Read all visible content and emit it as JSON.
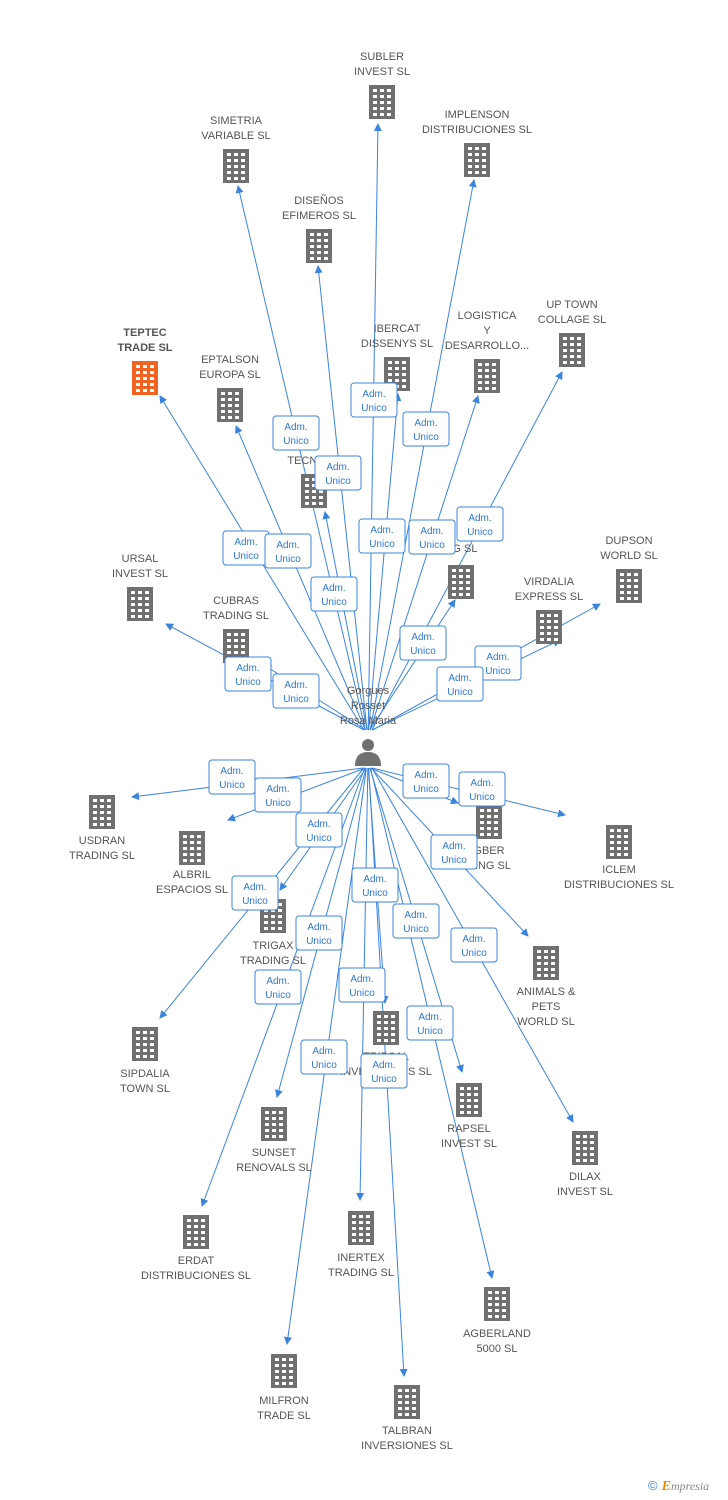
{
  "colors": {
    "edge": "#3a84dd",
    "building": "#707070",
    "highlight": "#f26322",
    "label": "#555555"
  },
  "relation_label": [
    "Adm.",
    "Unico"
  ],
  "footer": {
    "copyright": "©",
    "brand_first": "E",
    "brand_rest": "mpresia"
  },
  "person": {
    "name_lines": [
      "Gorgues",
      "Rosset",
      "Rosa Maria"
    ],
    "icon": "person-icon"
  },
  "companies": [
    {
      "id": "subler",
      "lines": [
        "SUBLER",
        "INVEST SL"
      ]
    },
    {
      "id": "implenson",
      "lines": [
        "IMPLENSON",
        "DISTRIBUCIONES SL"
      ]
    },
    {
      "id": "simetria",
      "lines": [
        "SIMETRIA",
        "VARIABLE SL"
      ]
    },
    {
      "id": "disenos",
      "lines": [
        "DISEÑOS",
        "EFIMEROS SL"
      ]
    },
    {
      "id": "teptec",
      "lines": [
        "TEPTEC",
        "TRADE SL"
      ],
      "highlight": true
    },
    {
      "id": "eptalson",
      "lines": [
        "EPTALSON",
        "EUROPA SL"
      ]
    },
    {
      "id": "ibercat",
      "lines": [
        "IBERCAT",
        "DISSENYS SL"
      ]
    },
    {
      "id": "logistica",
      "lines": [
        "LOGISTICA",
        "Y",
        "DESARROLLO..."
      ]
    },
    {
      "id": "uptown",
      "lines": [
        "UP TOWN",
        "COLLAGE SL"
      ]
    },
    {
      "id": "tecnolo",
      "lines": [
        "E",
        "TECNOLO"
      ]
    },
    {
      "id": "ngsl",
      "lines": [
        "NG SL"
      ]
    },
    {
      "id": "dupson",
      "lines": [
        "DUPSON",
        "WORLD SL"
      ]
    },
    {
      "id": "ursal",
      "lines": [
        "URSAL",
        "INVEST SL"
      ]
    },
    {
      "id": "cubras",
      "lines": [
        "CUBRAS",
        "TRADING SL"
      ]
    },
    {
      "id": "virdalia",
      "lines": [
        "VIRDALIA",
        "EXPRESS SL"
      ]
    },
    {
      "id": "usdran",
      "lines": [
        "USDRAN",
        "TRADING SL"
      ]
    },
    {
      "id": "albril",
      "lines": [
        "ALBRIL",
        "ESPACIOS SL"
      ]
    },
    {
      "id": "agber",
      "lines": [
        "GBER",
        "DING SL"
      ]
    },
    {
      "id": "iclem",
      "lines": [
        "ICLEM",
        "DISTRIBUCIONES SL"
      ]
    },
    {
      "id": "trigax",
      "lines": [
        "TRIGAX",
        "TRADING SL"
      ]
    },
    {
      "id": "animals",
      "lines": [
        "ANIMALS &",
        "PETS",
        "WORLD SL"
      ]
    },
    {
      "id": "sipdalia",
      "lines": [
        "SIPDALIA",
        "TOWN SL"
      ]
    },
    {
      "id": "tripsal",
      "lines": [
        "TRIPSAL",
        "INVERSIONES SL"
      ]
    },
    {
      "id": "rapsel",
      "lines": [
        "RAPSEL",
        "INVEST SL"
      ]
    },
    {
      "id": "dilax",
      "lines": [
        "DILAX",
        "INVEST SL"
      ]
    },
    {
      "id": "sunset",
      "lines": [
        "SUNSET",
        "RENOVALS SL"
      ]
    },
    {
      "id": "erdat",
      "lines": [
        "ERDAT",
        "DISTRIBUCIONES SL"
      ]
    },
    {
      "id": "inertex",
      "lines": [
        "INERTEX",
        "TRADING SL"
      ]
    },
    {
      "id": "agberland",
      "lines": [
        "AGBERLAND",
        "5000 SL"
      ]
    },
    {
      "id": "milfron",
      "lines": [
        "MILFRON",
        "TRADE SL"
      ]
    },
    {
      "id": "talbran",
      "lines": [
        "TALBRAN",
        "INVERSIONES SL"
      ]
    }
  ]
}
